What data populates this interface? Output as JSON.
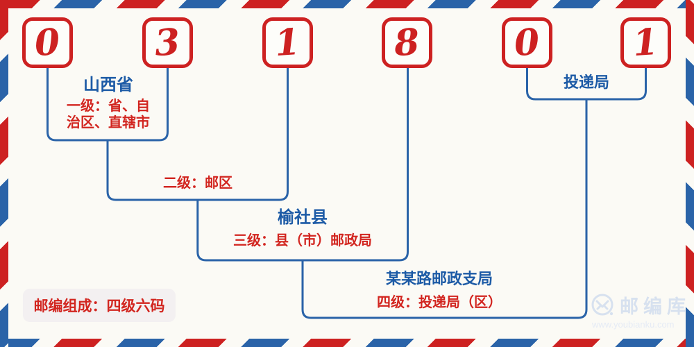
{
  "postal_code": {
    "value": "031801",
    "digits": [
      "0",
      "3",
      "1",
      "8",
      "0",
      "1"
    ]
  },
  "annotations": {
    "level1": {
      "place": "山西省",
      "lines": [
        "一级：省、自",
        "治区、直辖市"
      ],
      "full_label": "一级：省、自治区、直辖市"
    },
    "level2": {
      "label": "二级：邮区"
    },
    "level3": {
      "place": "榆社县",
      "label": "三级：县（市）邮政局"
    },
    "level4": {
      "place": "某某路邮政支局",
      "label": "四级：投递局（区）"
    },
    "delivery": {
      "label": "投递局"
    }
  },
  "badge": {
    "text": "邮编组成：四级六码"
  },
  "watermark": {
    "brand": "邮编库",
    "url": "www.youbianku.com",
    "icon": "envelope-circle-icon"
  },
  "colors": {
    "red": "#cd2121",
    "blue_line": "#2a63a8",
    "blue_text": "#1d5ba6",
    "red_text": "#d2251f",
    "background": "#fbfaf5",
    "watermark_blue": "#d7e1ef"
  }
}
